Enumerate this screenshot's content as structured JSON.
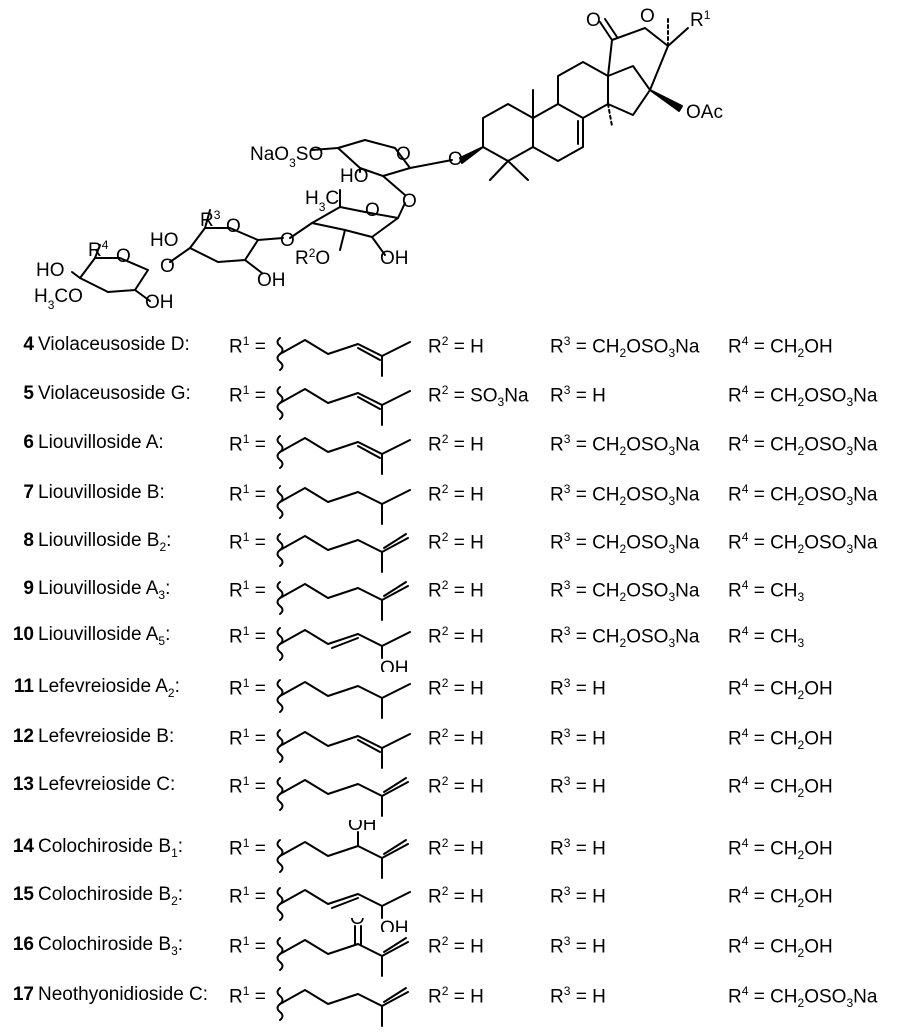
{
  "structure": {
    "labels": {
      "carbonyl_o": "O",
      "ring_o": "O",
      "r1": "R",
      "r1_sup": "1",
      "oac": "OAc",
      "sulfate": "NaO",
      "sulfate_sub": "3",
      "sulfate_tail": "SO",
      "ho_xyl": "HO",
      "xyl_o": "O",
      "gly_o": "O",
      "link_o1": "O",
      "h3c": "H",
      "h3c_sub": "3",
      "h3c_tail": "C",
      "qui_o": "O",
      "link_o2": "O",
      "r2o": "R",
      "r2o_sup": "2",
      "r2o_tail": "O",
      "oh_qui": "OH",
      "r3": "R",
      "r3_sup": "3",
      "ho_glc": "HO",
      "glc_o": "O",
      "link_o3": "O",
      "oh_glc": "OH",
      "r4": "R",
      "r4_sup": "4",
      "ho_mglc": "HO",
      "h3co": "H",
      "h3co_sub": "3",
      "h3co_tail": "CO",
      "mglc_o": "O",
      "link_o4": "O",
      "oh_mglc": "OH"
    }
  },
  "compounds": [
    {
      "num": "4",
      "name": "Violaceusoside D:",
      "name_sub": "",
      "side_chain": "A",
      "r2": "H",
      "r3": "CH2OSO3Na",
      "r4": "CH2OH"
    },
    {
      "num": "5",
      "name": "Violaceusoside G:",
      "name_sub": "",
      "side_chain": "A",
      "r2": "SO3Na",
      "r3": "H",
      "r4": "CH2OSO3Na"
    },
    {
      "num": "6",
      "name": "Liouvilloside A:",
      "name_sub": "",
      "side_chain": "A",
      "r2": "H",
      "r3": "CH2OSO3Na",
      "r4": "CH2OSO3Na"
    },
    {
      "num": "7",
      "name": "Liouvilloside B:",
      "name_sub": "",
      "side_chain": "B",
      "r2": "H",
      "r3": "CH2OSO3Na",
      "r4": "CH2OSO3Na"
    },
    {
      "num": "8",
      "name": "Liouvilloside B",
      "name_sub": "2",
      "side_chain": "C",
      "r2": "H",
      "r3": "CH2OSO3Na",
      "r4": "CH2OSO3Na"
    },
    {
      "num": "9",
      "name": "Liouvilloside A",
      "name_sub": "3",
      "side_chain": "C",
      "r2": "H",
      "r3": "CH2OSO3Na",
      "r4": "CH3"
    },
    {
      "num": "10",
      "name": "Liouvilloside A",
      "name_sub": "5",
      "side_chain": "D",
      "r2": "H",
      "r3": "CH2OSO3Na",
      "r4": "CH3"
    },
    {
      "num": "11",
      "name": "Lefevreioside A",
      "name_sub": "2",
      "side_chain": "B",
      "r2": "H",
      "r3": "H",
      "r4": "CH2OH"
    },
    {
      "num": "12",
      "name": "Lefevreioside B:",
      "name_sub": "",
      "side_chain": "A",
      "r2": "H",
      "r3": "H",
      "r4": "CH2OH"
    },
    {
      "num": "13",
      "name": "Lefevreioside C:",
      "name_sub": "",
      "side_chain": "C",
      "r2": "H",
      "r3": "H",
      "r4": "CH2OH"
    },
    {
      "num": "14",
      "name": "Colochiroside B",
      "name_sub": "1",
      "side_chain": "E",
      "r2": "H",
      "r3": "H",
      "r4": "CH2OH"
    },
    {
      "num": "15",
      "name": "Colochiroside B",
      "name_sub": "2",
      "side_chain": "D",
      "r2": "H",
      "r3": "H",
      "r4": "CH2OH"
    },
    {
      "num": "16",
      "name": "Colochiroside B",
      "name_sub": "3",
      "side_chain": "F",
      "r2": "H",
      "r3": "H",
      "r4": "CH2OH"
    },
    {
      "num": "17",
      "name": "Neothyonidioside C:",
      "name_sub": "",
      "side_chain": "C",
      "r2": "H",
      "r3": "H",
      "r4": "CH2OSO3Na"
    }
  ],
  "side_chain_labels": {
    "oh": "OH",
    "o": "O"
  },
  "formula_parts": {
    "r": "R",
    "eq": " = ",
    "colon": ":",
    "sup1": "1",
    "sup2": "2",
    "sup3": "3",
    "sup4": "4"
  }
}
